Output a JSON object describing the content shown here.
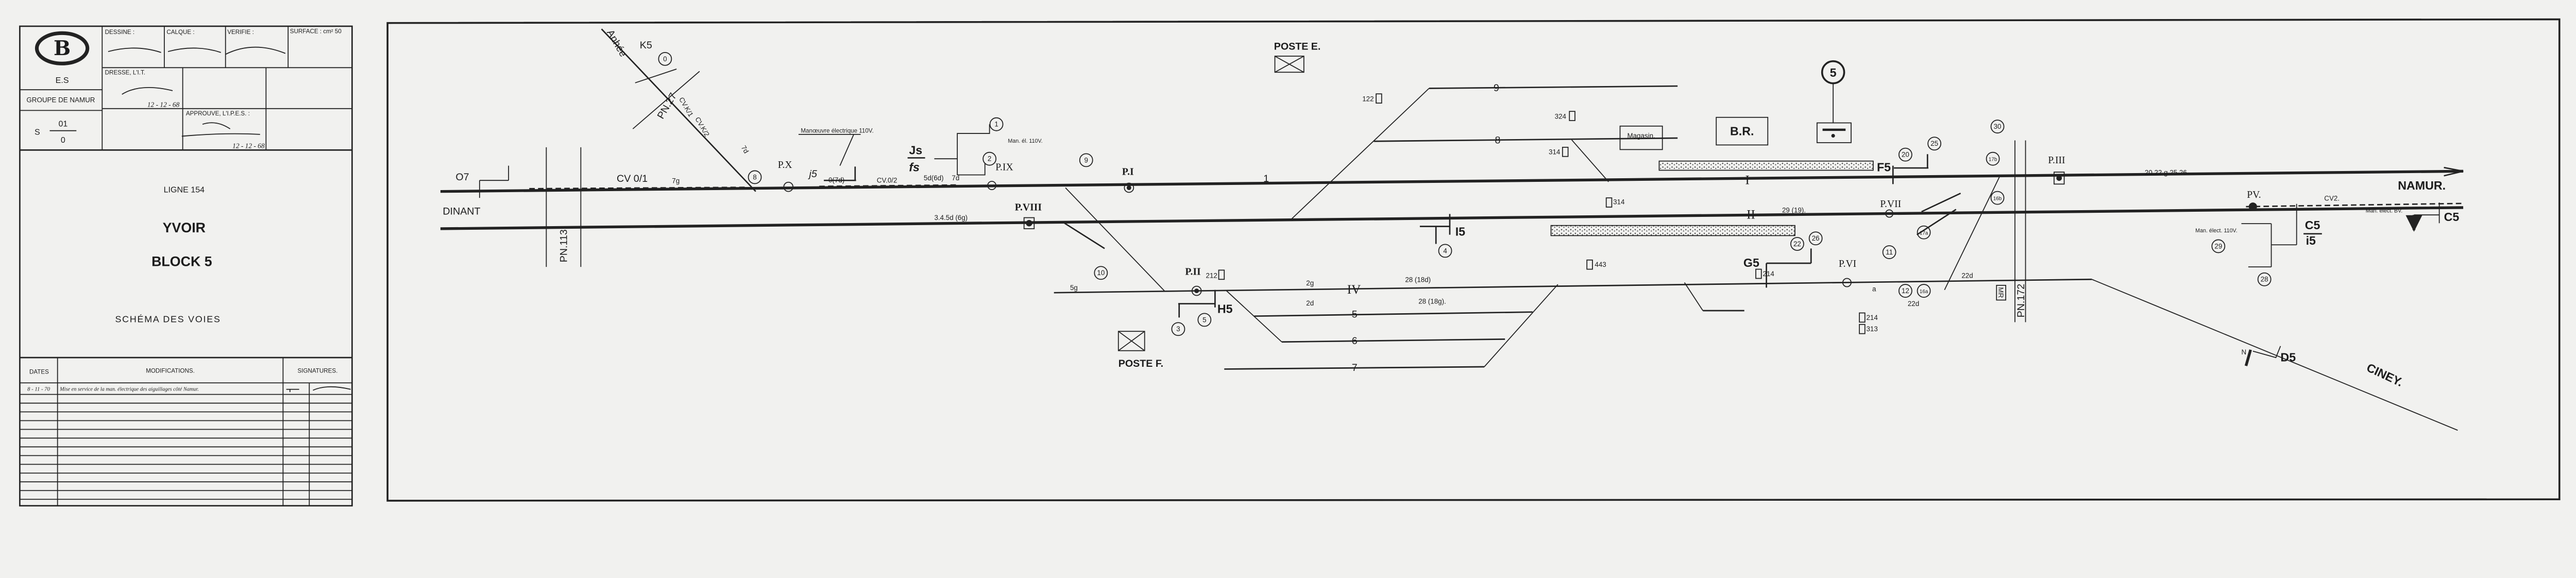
{
  "title_block": {
    "company_short": "E.S",
    "logo_letter": "B",
    "group": "GROUPE DE NAMUR",
    "sheet_prefix": "S",
    "sheet_num": "01",
    "sheet_rev": "0",
    "dessine_label": "DESSINE :",
    "calque_label": "CALQUE :",
    "verifie_label": "VERIFIE :",
    "surface_label": "SURFACE : cm² 50",
    "dresse_label": "DRESSE, L'I.T.",
    "dresse_date": "12 - 12 - 68",
    "approuve_label": "APPROUVE, L'I.P.E.S. :",
    "approuve_date": "12 - 12 - 68",
    "ligne": "LIGNE 154",
    "station": "YVOIR",
    "block": "BLOCK 5",
    "subject": "SCHÉMA DES VOIES"
  },
  "modifications": {
    "col_dates": "DATES",
    "col_modifications": "MODIFICATIONS.",
    "col_signatures": "SIGNATURES.",
    "rows": [
      {
        "date": "8 - 11 - 70",
        "text": "Mise en service de la man. électrique des aiguillages côté Namur."
      }
    ]
  },
  "diagram": {
    "destinations": {
      "dinant": "DINANT",
      "namur": "NAMUR.",
      "ciney": "CINEY.",
      "anhee": "Anhée"
    },
    "posts": {
      "poste_e": "POSTE E.",
      "poste_f": "POSTE F.",
      "br": "B.R.",
      "magasin": "Magasin.",
      "block_number": "5",
      "mr": "MR"
    },
    "level_crossings": {
      "pn27": "PN.27",
      "pn113": "PN.113",
      "pn172": "PN.172"
    },
    "tracks": {
      "t1": "I",
      "t2": "II",
      "t4": "IV",
      "t5": "5",
      "t6": "6",
      "t7": "7",
      "t8": "8",
      "t9": "9",
      "t1_arrow": "1"
    },
    "signals": {
      "o7": "O7",
      "k5": "K5",
      "j5": "j5",
      "js": "Js",
      "fs_small": "fs",
      "is_": "I5",
      "hs": "H5",
      "fs": "F5",
      "gs": "G5",
      "cs": "C5",
      "cs_sub": "i5",
      "c5": "C5",
      "ds": "D5",
      "n": "N"
    },
    "pedals": {
      "px": "P.X",
      "pix": "P.IX",
      "pviii": "P.VIII",
      "pi": "P.I",
      "pii": "P.II",
      "piii": "P.III",
      "pvii": "P.VII",
      "pvi": "P.VI",
      "pv": "PV."
    },
    "routes": {
      "cv01": "CV 0/1",
      "g7": "7g",
      "d7": "7d",
      "o7d": "0(7d)",
      "cv02": "CV.0/2",
      "d5": "5d(6d)",
      "d7b": "7d",
      "cvk1": "CV.K/1",
      "cvk2": "CV.K/2",
      "r345": "3.4.5d (6g)",
      "g5": "5g",
      "g2": "2g",
      "d2": "2d",
      "r28d": "28 (18d)",
      "r28g": "28 (18g).",
      "r29": "29 (19).",
      "r2022": "20.22 g.25.26.",
      "d22a": "22d",
      "d22b": "22d",
      "cv2": "CV2."
    },
    "notes": {
      "man_elec_110": "Manœuvre électrique 110V.",
      "man_el_110_short": "Man. él. 110V.",
      "man_elect_110_pv": "Man. élect. 110V.",
      "man_elect_bv": "Man. élect. BV."
    },
    "levers": [
      "0",
      "1",
      "2",
      "3",
      "4",
      "5",
      "8",
      "9",
      "10",
      "11",
      "12",
      "16a",
      "16b",
      "17a",
      "17b",
      "20",
      "22",
      "25",
      "26",
      "28",
      "29",
      "30"
    ],
    "locks": {
      "l122": "122",
      "l324": "324",
      "l314a": "314",
      "l314b": "314",
      "l212": "212",
      "l443": "443",
      "l214a": "214",
      "l214b": "214",
      "l313": "313",
      "a": "a"
    }
  }
}
